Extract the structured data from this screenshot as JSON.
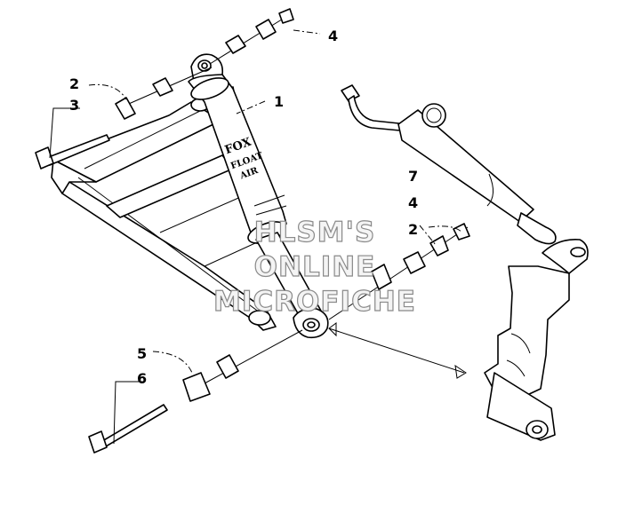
{
  "diagram": {
    "callouts": [
      {
        "id": "c4a",
        "text": "4"
      },
      {
        "id": "c2a",
        "text": "2"
      },
      {
        "id": "c3",
        "text": "3"
      },
      {
        "id": "c1",
        "text": "1"
      },
      {
        "id": "c7",
        "text": "7"
      },
      {
        "id": "c4b",
        "text": "4"
      },
      {
        "id": "c2b",
        "text": "2"
      },
      {
        "id": "c5",
        "text": "5"
      },
      {
        "id": "c6",
        "text": "6"
      }
    ],
    "shock_label": {
      "line1": "FOX",
      "line2": "FLOAT",
      "line3": "AIR"
    },
    "watermark": {
      "line1": "HLSM'S",
      "line2": "ONLINE",
      "line3": "MICROFICHE"
    }
  }
}
